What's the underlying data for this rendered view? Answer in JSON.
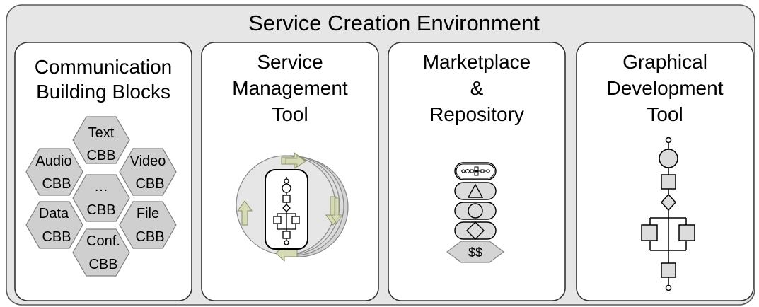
{
  "title": "Service Creation Environment",
  "panels": [
    {
      "lines": [
        "Communication",
        "Building Blocks"
      ]
    },
    {
      "lines": [
        "Service",
        "Management",
        "Tool"
      ]
    },
    {
      "lines": [
        "Marketplace",
        "&",
        "Repository"
      ]
    },
    {
      "lines": [
        "Graphical",
        "Development",
        "Tool"
      ]
    }
  ],
  "cbb": {
    "text": [
      "Text",
      "CBB"
    ],
    "audio": [
      "Audio",
      "CBB"
    ],
    "video": [
      "Video",
      "CBB"
    ],
    "more": [
      "…",
      "CBB"
    ],
    "data": [
      "Data",
      "CBB"
    ],
    "file": [
      "File",
      "CBB"
    ],
    "conf": [
      "Conf.",
      "CBB"
    ]
  },
  "repository_price": "$$",
  "colors": {
    "outer_fill": "#e6e6e6",
    "border": "#5a5a5a",
    "hex_fill": "#cfcfcf",
    "arrow_fill": "#d6dbb5"
  },
  "icons": [
    "hexagon-cbb-cluster",
    "lifecycle-cycle-icon",
    "component-stack-icon",
    "flow-graph-icon"
  ]
}
